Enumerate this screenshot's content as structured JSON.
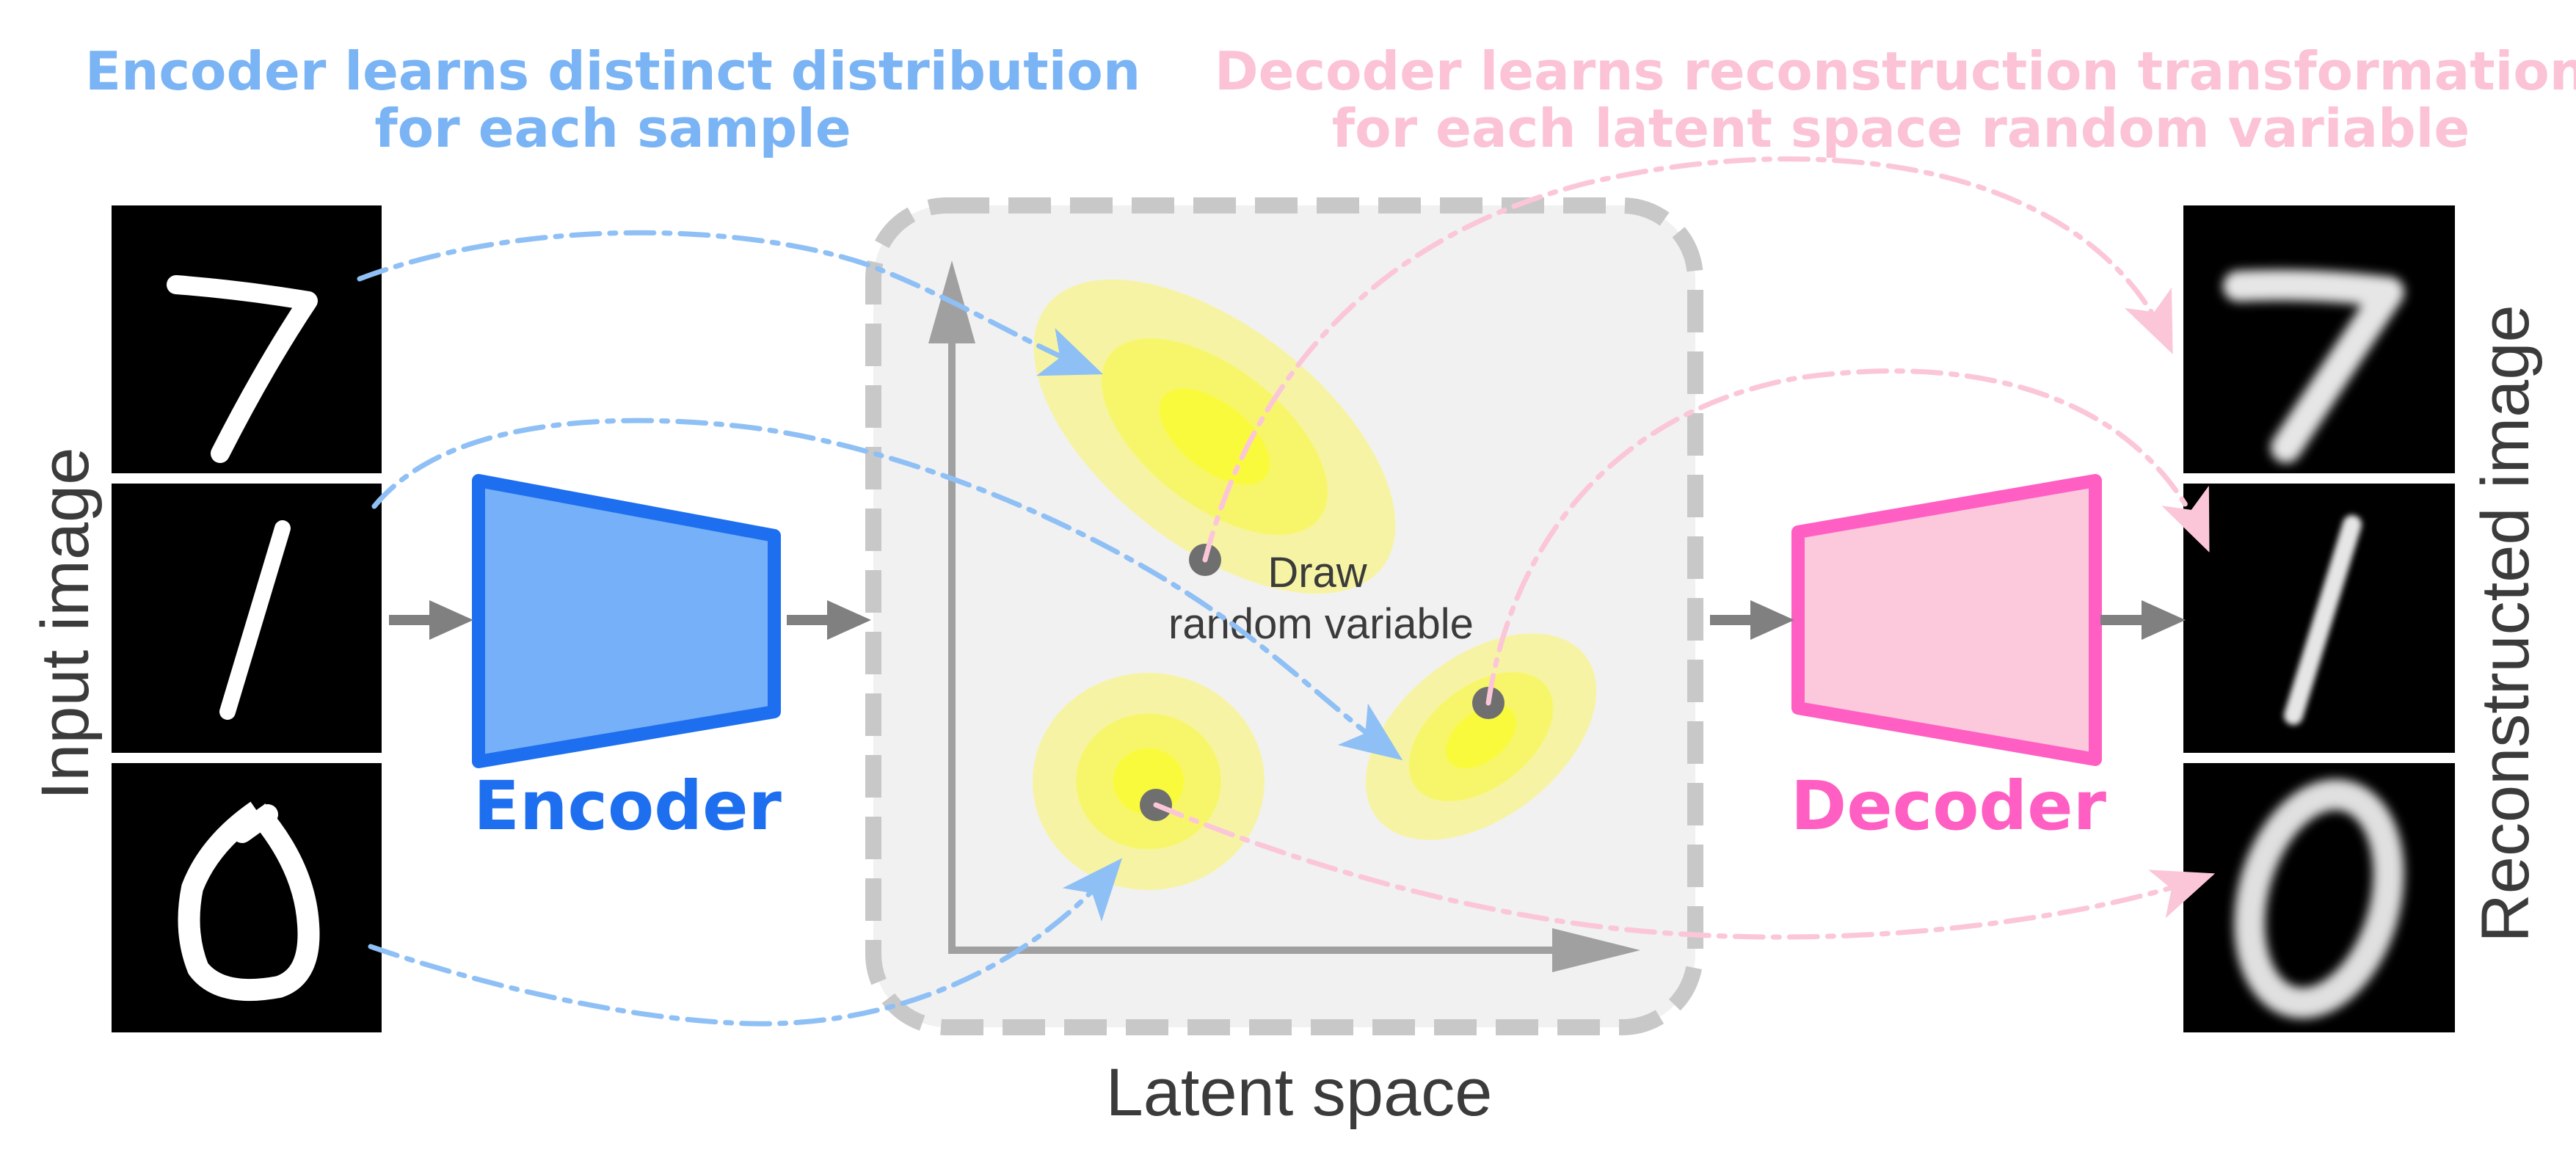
{
  "headers": {
    "encoder_line1": "Encoder learns distinct distribution",
    "encoder_line2": "for each sample",
    "decoder_line1": "Decoder learns reconstruction transformation",
    "decoder_line2": "for each latent space random variable"
  },
  "side_labels": {
    "input": "Input image",
    "reconstructed": "Reconstructed image"
  },
  "blocks": {
    "encoder": "Encoder",
    "decoder": "Decoder"
  },
  "latent": {
    "label": "Latent space",
    "draw_line1": "Draw",
    "draw_line2": "random variable"
  },
  "digits": {
    "inputs": [
      "7",
      "1",
      "0"
    ],
    "outputs": [
      "7",
      "1",
      "0"
    ]
  },
  "colors": {
    "encoder_fill": "#76b0f8",
    "encoder_stroke": "#1e6ff0",
    "decoder_fill": "#fcc8dc",
    "decoder_stroke": "#ff5fc3",
    "encoder_arrow": "#8fc0f5",
    "decoder_arrow": "#fbc7d8",
    "gray_arrow": "#808080",
    "latent_bg": "#f1f1f1",
    "latent_border": "#c8c8c8",
    "gaussian": "#f8f840"
  }
}
